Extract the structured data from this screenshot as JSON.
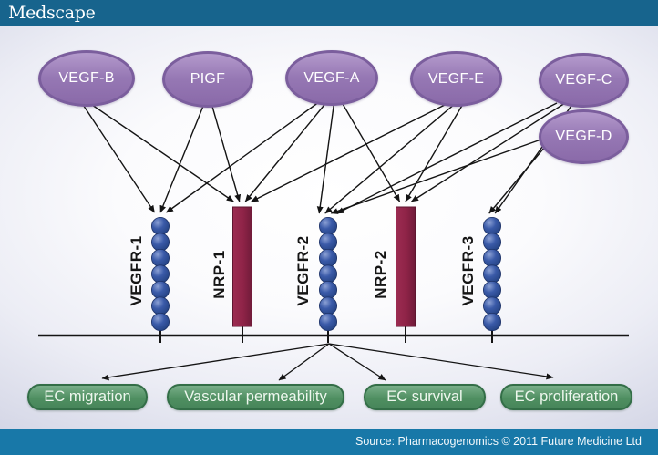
{
  "header": {
    "brand": "Medscape"
  },
  "footer": {
    "source": "Source: Pharmacogenomics © 2011 Future Medicine Ltd"
  },
  "diagram": {
    "ligands": [
      {
        "id": "vegf-b",
        "label": "VEGF-B"
      },
      {
        "id": "pigf",
        "label": "PIGF"
      },
      {
        "id": "vegf-a",
        "label": "VEGF-A"
      },
      {
        "id": "vegf-e",
        "label": "VEGF-E"
      },
      {
        "id": "vegf-c",
        "label": "VEGF-C"
      },
      {
        "id": "vegf-d",
        "label": "VEGF-D"
      }
    ],
    "receptors": [
      {
        "id": "vegfr1",
        "label": "VEGFR-1",
        "type": "bead-chain"
      },
      {
        "id": "nrp1",
        "label": "NRP-1",
        "type": "bar"
      },
      {
        "id": "vegfr2",
        "label": "VEGFR-2",
        "type": "bead-chain"
      },
      {
        "id": "nrp2",
        "label": "NRP-2",
        "type": "bar"
      },
      {
        "id": "vegfr3",
        "label": "VEGFR-3",
        "type": "bead-chain"
      }
    ],
    "edges": [
      {
        "from": "vegf-b",
        "to": "vegfr1"
      },
      {
        "from": "vegf-b",
        "to": "nrp1"
      },
      {
        "from": "pigf",
        "to": "vegfr1"
      },
      {
        "from": "pigf",
        "to": "nrp1"
      },
      {
        "from": "vegf-a",
        "to": "vegfr1"
      },
      {
        "from": "vegf-a",
        "to": "nrp1"
      },
      {
        "from": "vegf-a",
        "to": "vegfr2"
      },
      {
        "from": "vegf-a",
        "to": "nrp2"
      },
      {
        "from": "vegf-e",
        "to": "nrp1"
      },
      {
        "from": "vegf-e",
        "to": "vegfr2"
      },
      {
        "from": "vegf-e",
        "to": "nrp2"
      },
      {
        "from": "vegf-c",
        "to": "vegfr2"
      },
      {
        "from": "vegf-c",
        "to": "nrp2"
      },
      {
        "from": "vegf-c",
        "to": "vegfr3"
      },
      {
        "from": "vegf-d",
        "to": "vegfr2"
      },
      {
        "from": "vegf-d",
        "to": "vegfr3"
      }
    ],
    "outcomes": [
      {
        "id": "ec-migration",
        "label": "EC migration"
      },
      {
        "id": "vascular-permeability",
        "label": "Vascular permeability"
      },
      {
        "id": "ec-survival",
        "label": "EC survival"
      },
      {
        "id": "ec-proliferation",
        "label": "EC proliferation"
      }
    ]
  },
  "colors": {
    "top_bar": "#17648d",
    "bottom_bar": "#1878a8",
    "ligand_fill": "#9678b4",
    "ligand_border": "#7b5e9d",
    "receptor_bead": "#2e4d9b",
    "nrp_bar": "#8e2347",
    "outcome_fill": "#4f8f61",
    "outcome_border": "#336e47",
    "arrow": "#141414"
  }
}
